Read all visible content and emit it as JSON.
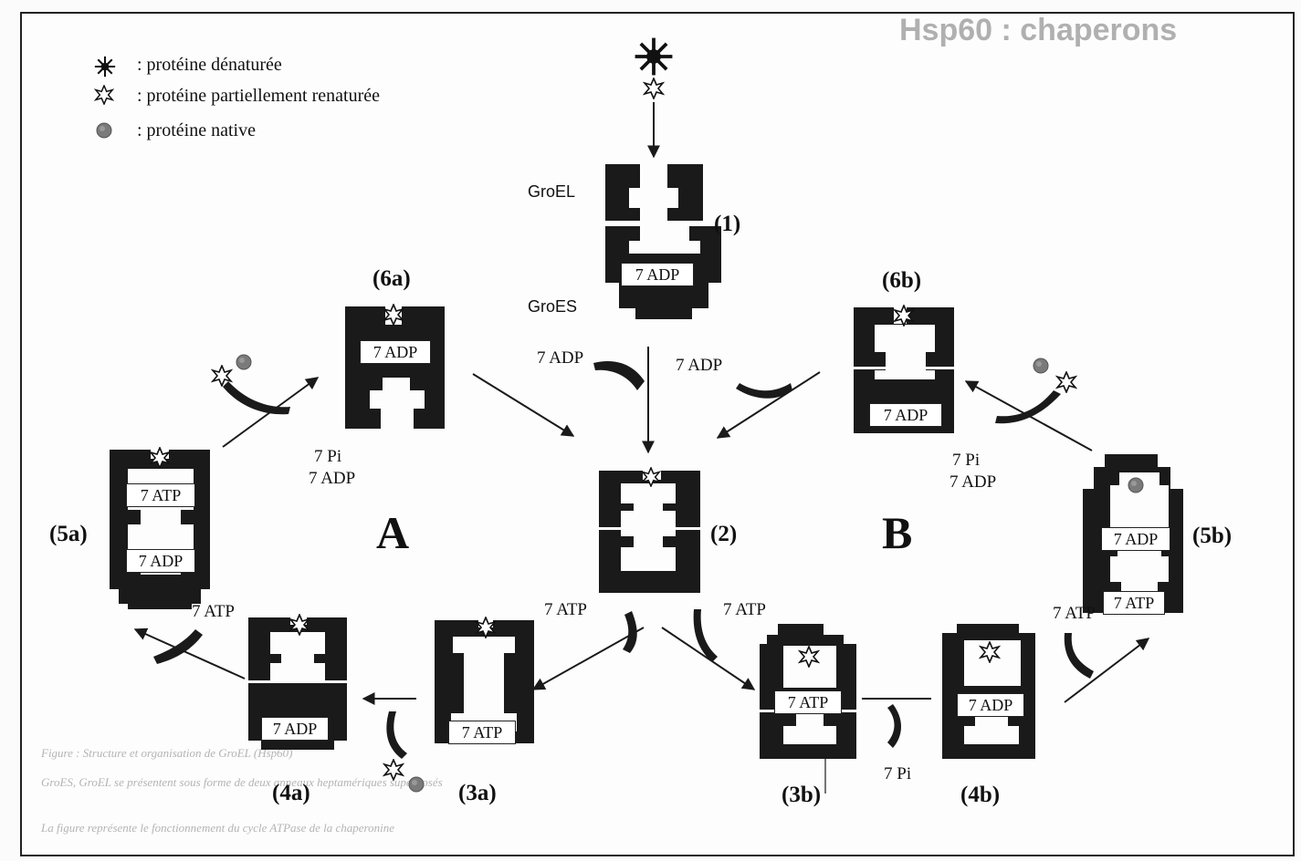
{
  "legend": {
    "denatured": ": protéine dénaturée",
    "partial": ": protéine partiellement renaturée",
    "native": ": protéine native"
  },
  "labels": {
    "groel": "GroEL",
    "groes": "GroES",
    "panel_a": "A",
    "panel_b": "B"
  },
  "steps": {
    "s1": "(1)",
    "s2": "(2)",
    "s3a": "(3a)",
    "s3b": "(3b)",
    "s4a": "(4a)",
    "s4b": "(4b)",
    "s5a": "(5a)",
    "s5b": "(5b)",
    "s6a": "(6a)",
    "s6b": "(6b)"
  },
  "boxes": {
    "c1": "7 ADP",
    "c6a": "7 ADP",
    "c6b": "7 ADP",
    "c5a_top": "7 ATP",
    "c5a_bottom": "7 ADP",
    "c5b_top": "7 ADP",
    "c5b_bottom": "7 ATP",
    "c4a": "7 ADP",
    "c3a": "7 ATP",
    "c3b": "7 ATP",
    "c4b": "7 ADP"
  },
  "reagents": {
    "adp_left": "7 ADP",
    "adp_right": "7 ADP",
    "pi_left": "7 Pi",
    "adp_left2": "7 ADP",
    "pi_right": "7 Pi",
    "adp_right2": "7 ADP",
    "atp_2_3a": "7 ATP",
    "atp_2_3b": "7 ATP",
    "atp_4a_5a": "7 ATP",
    "atp_4b_5b": "7 ATP",
    "pi_3b_4b": "7 Pi"
  },
  "background_text": {
    "header": "Hsp60 : chaperons",
    "footnotes": [
      "Figure : Structure et organisation de GroEL (Hsp60)",
      "GroES, GroEL se présentent sous forme de deux anneaux heptamériques superposés",
      "La figure représente le fonctionnement du cycle ATPase de la chaperonine"
    ]
  },
  "colors": {
    "ink": "#1a1a1a",
    "native": "#7a7a7a"
  }
}
